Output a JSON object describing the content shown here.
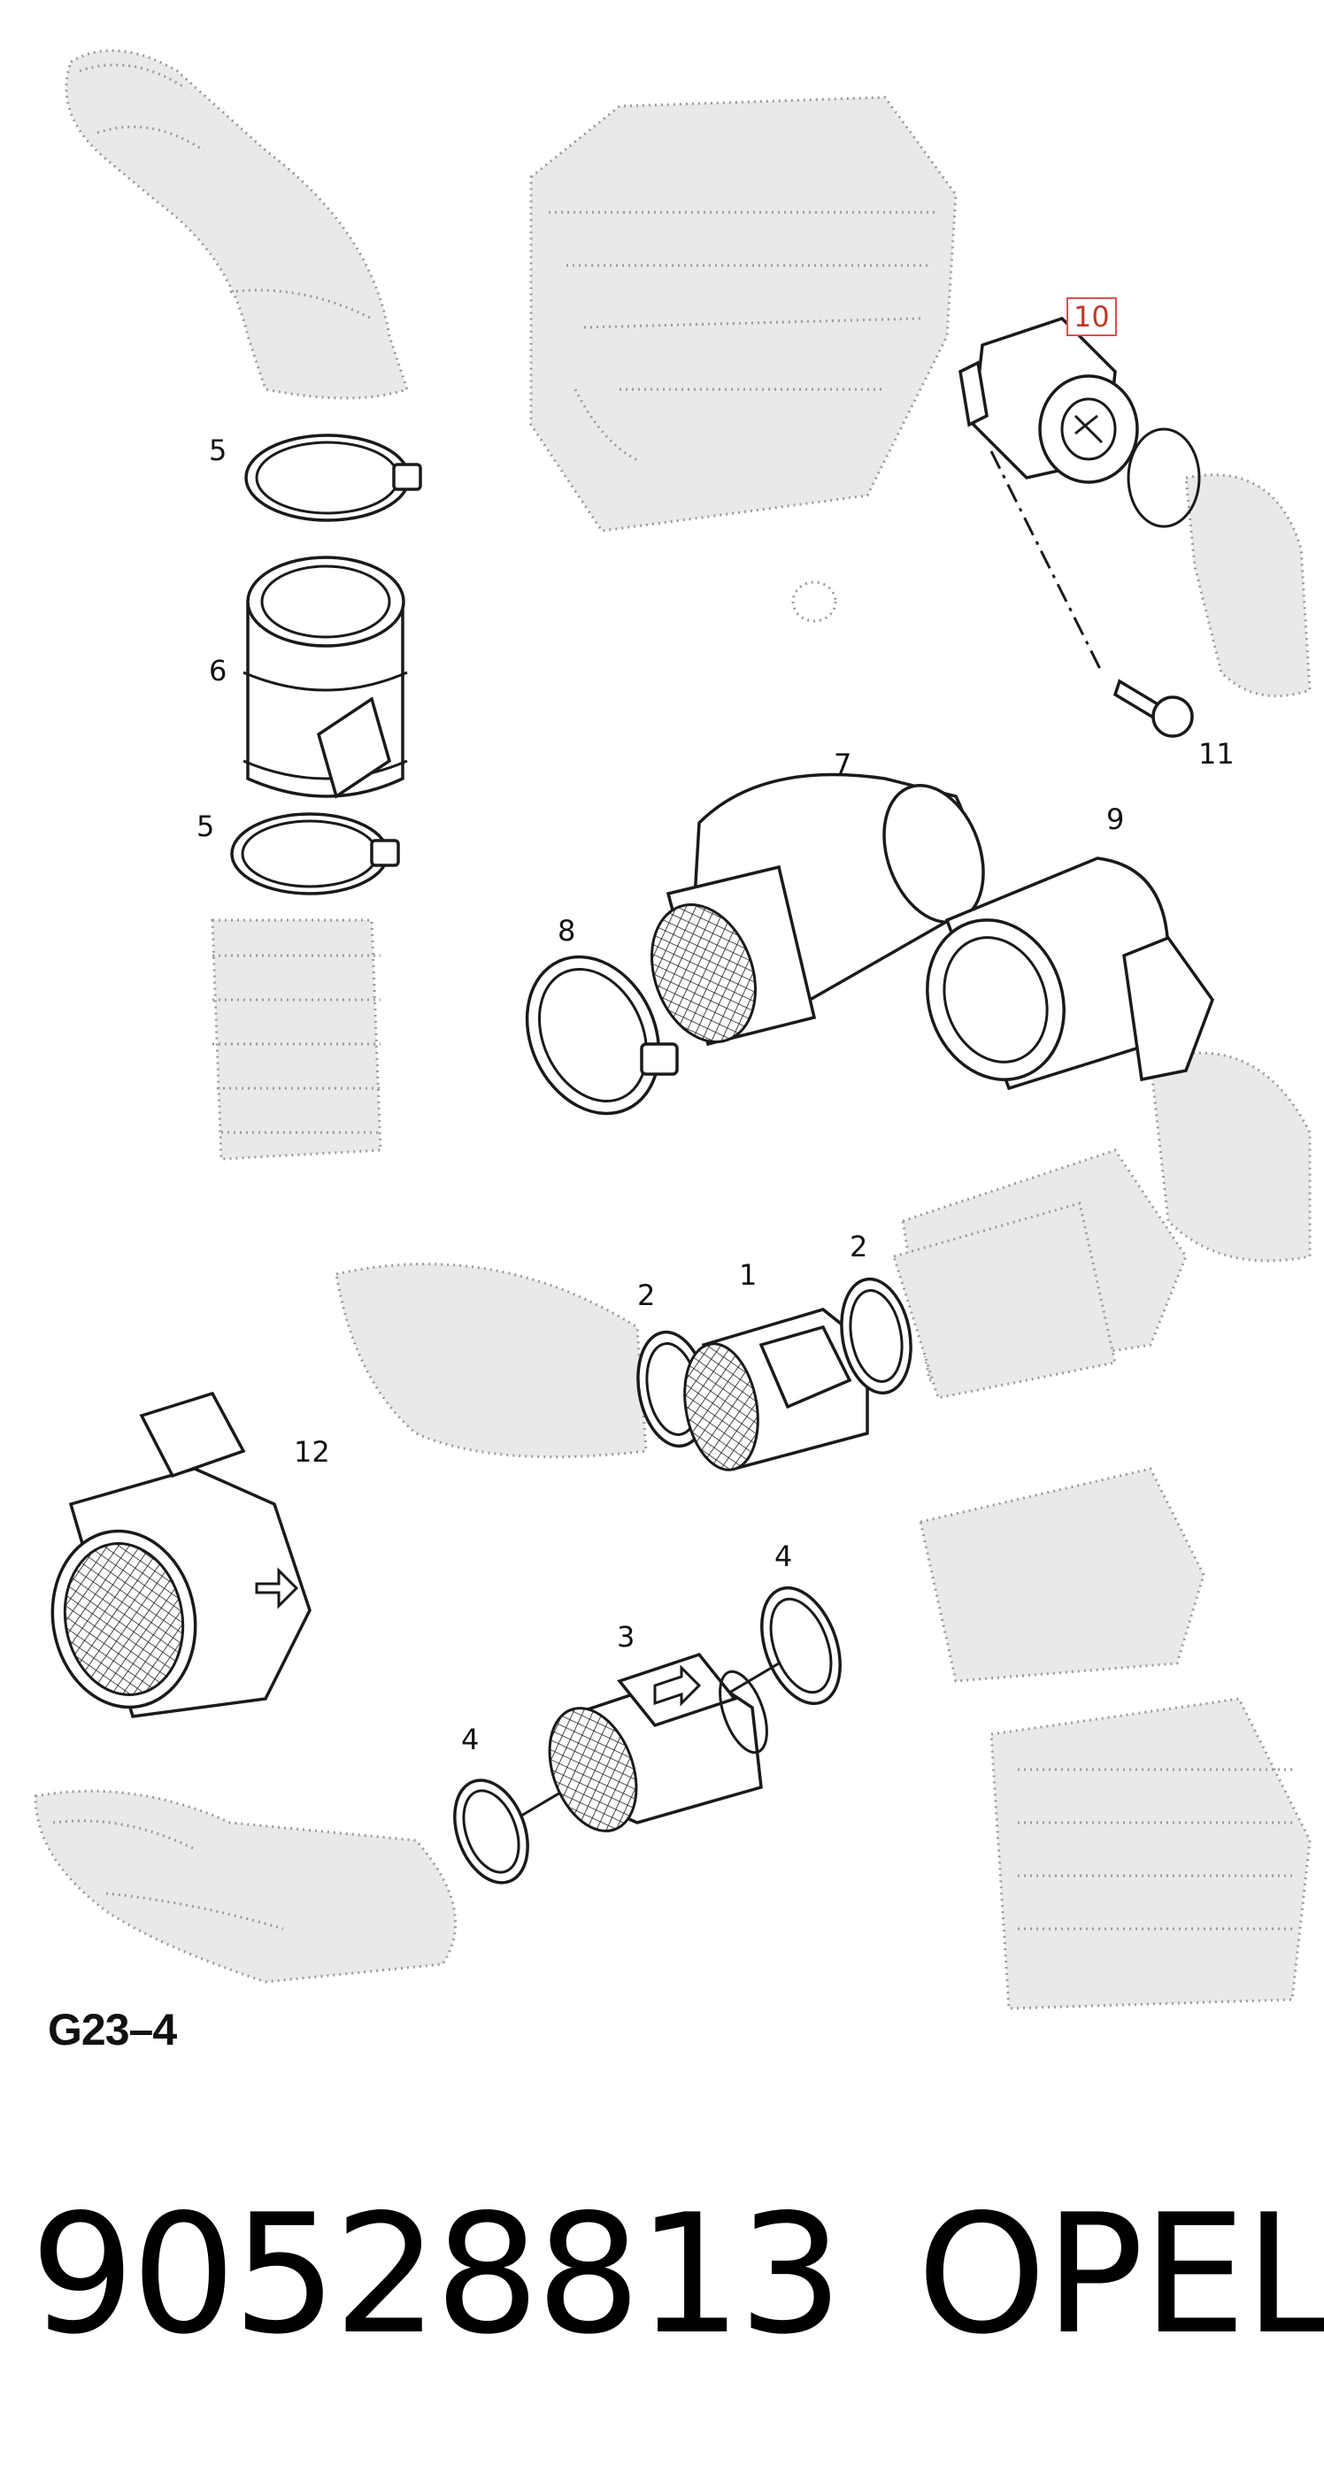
{
  "callouts": {
    "c1": "1",
    "c2a": "2",
    "c2b": "2",
    "c3": "3",
    "c4a": "4",
    "c4b": "4",
    "c5a": "5",
    "c5b": "5",
    "c6": "6",
    "c7": "7",
    "c8": "8",
    "c9": "9",
    "c10": "10",
    "c11": "11",
    "c12": "12"
  },
  "highlight_color": "#d9534f",
  "diagram_code": "G23–4",
  "part_number": "90528813",
  "brand": "OPEL"
}
